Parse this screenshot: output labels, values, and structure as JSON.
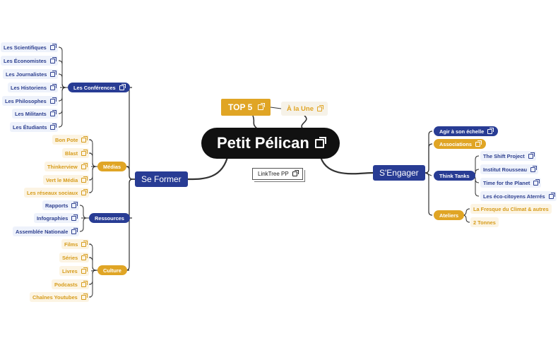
{
  "central": {
    "label": "Petit Pélican"
  },
  "top5": {
    "label": "TOP 5"
  },
  "alaune": {
    "label": "À la Une"
  },
  "linktree": {
    "label": "LinkTree PP"
  },
  "se_former": {
    "label": "Se Former",
    "conferences": {
      "label": "Les Conférences",
      "items": [
        "Les Scientifiques",
        "Les Économistes",
        "Les Journalistes",
        "Les Historiens",
        "Les Philosophes",
        "Les Militants",
        "Les Étudiants"
      ]
    },
    "medias": {
      "label": "Médias",
      "items": [
        "Bon Pote",
        "Blast",
        "Thinkerview",
        "Vert le Média",
        "Les réseaux sociaux"
      ]
    },
    "ressources": {
      "label": "Ressources",
      "items": [
        "Rapports",
        "Infographies",
        "Assemblée Nationale"
      ]
    },
    "culture": {
      "label": "Culture",
      "items": [
        "Films",
        "Séries",
        "Livres",
        "Podcasts",
        "Chaînes Youtubes"
      ]
    }
  },
  "sengager": {
    "label": "S'Engager",
    "agir": {
      "label": "Agir à son échelle"
    },
    "associations": {
      "label": "Associations"
    },
    "think_tanks": {
      "label": "Think Tanks",
      "items": [
        "The Shift Project",
        "Institut Rousseau",
        "Time for the Planet",
        "Les éco-citoyens Aterrés"
      ]
    },
    "ateliers": {
      "label": "Ateliers",
      "items": [
        "La Fresque du Climat & autres",
        "2 Tonnes"
      ]
    }
  },
  "colors": {
    "blue": "#283c94",
    "orange": "#e0a525",
    "dark": "#111111",
    "line": "#333333"
  }
}
